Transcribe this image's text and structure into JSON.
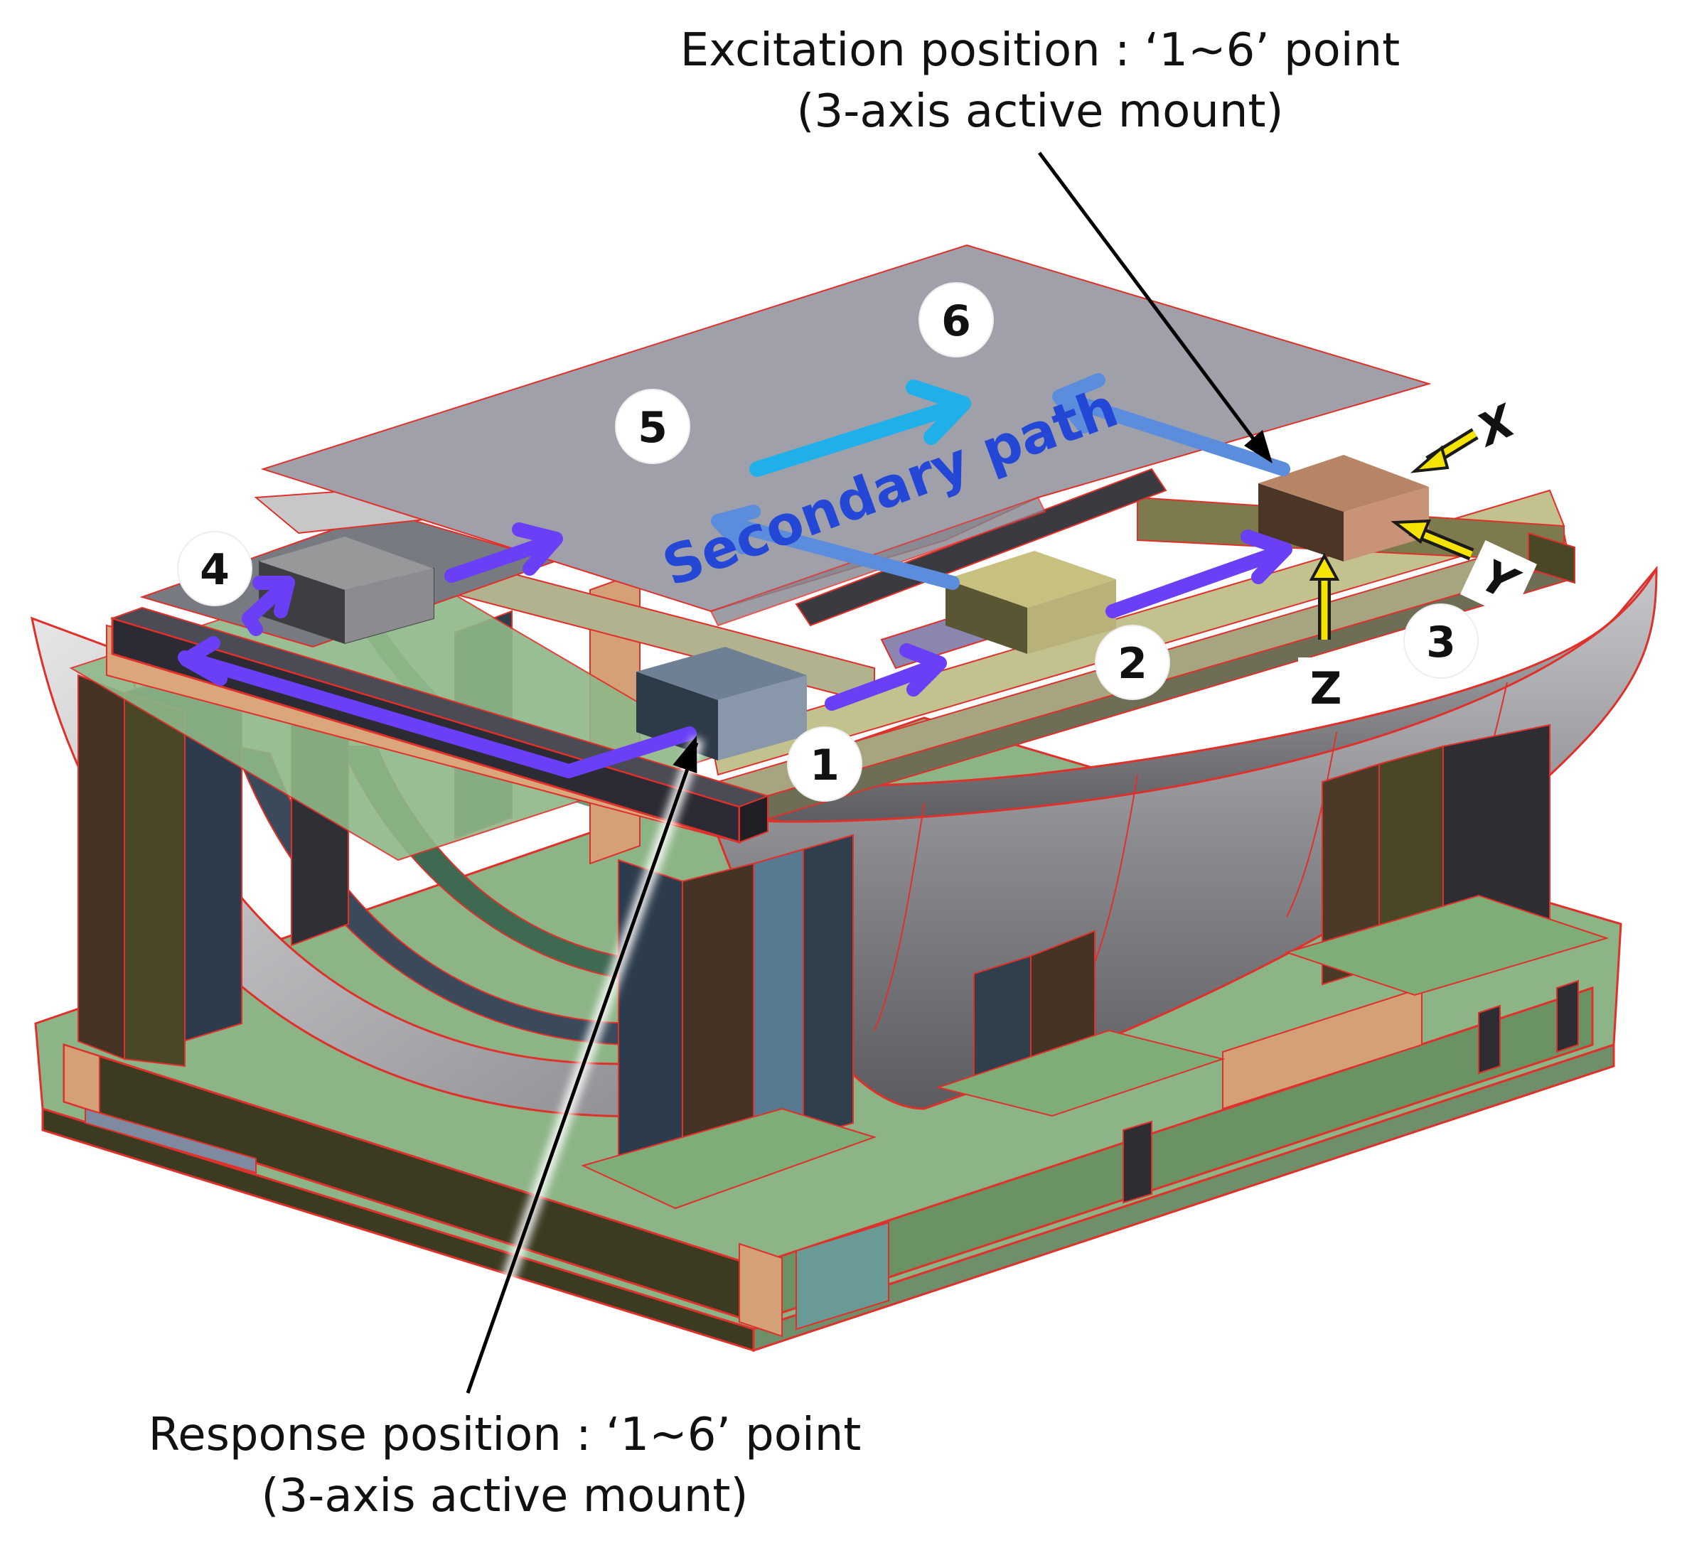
{
  "labels": {
    "excitation_line1": "Excitation position : ‘1~6’ point",
    "excitation_line2": "(3-axis active mount)",
    "response_line1": "Response position : ‘1~6’ point",
    "response_line2": "(3-axis active mount)",
    "secondary_path": "Secondary path"
  },
  "points": [
    "1",
    "2",
    "3",
    "4",
    "5",
    "6"
  ],
  "axes": {
    "x": "X",
    "y": "Y",
    "z": "Z"
  },
  "colors": {
    "path_arrow": "#6a3ff5",
    "path_arrow_light": "#5b8ddc",
    "cyan_arrow": "#1fb0ea",
    "axis_arrow": "#f5e400",
    "secondary_text": "#2447d6",
    "outline": "#e0302a"
  }
}
